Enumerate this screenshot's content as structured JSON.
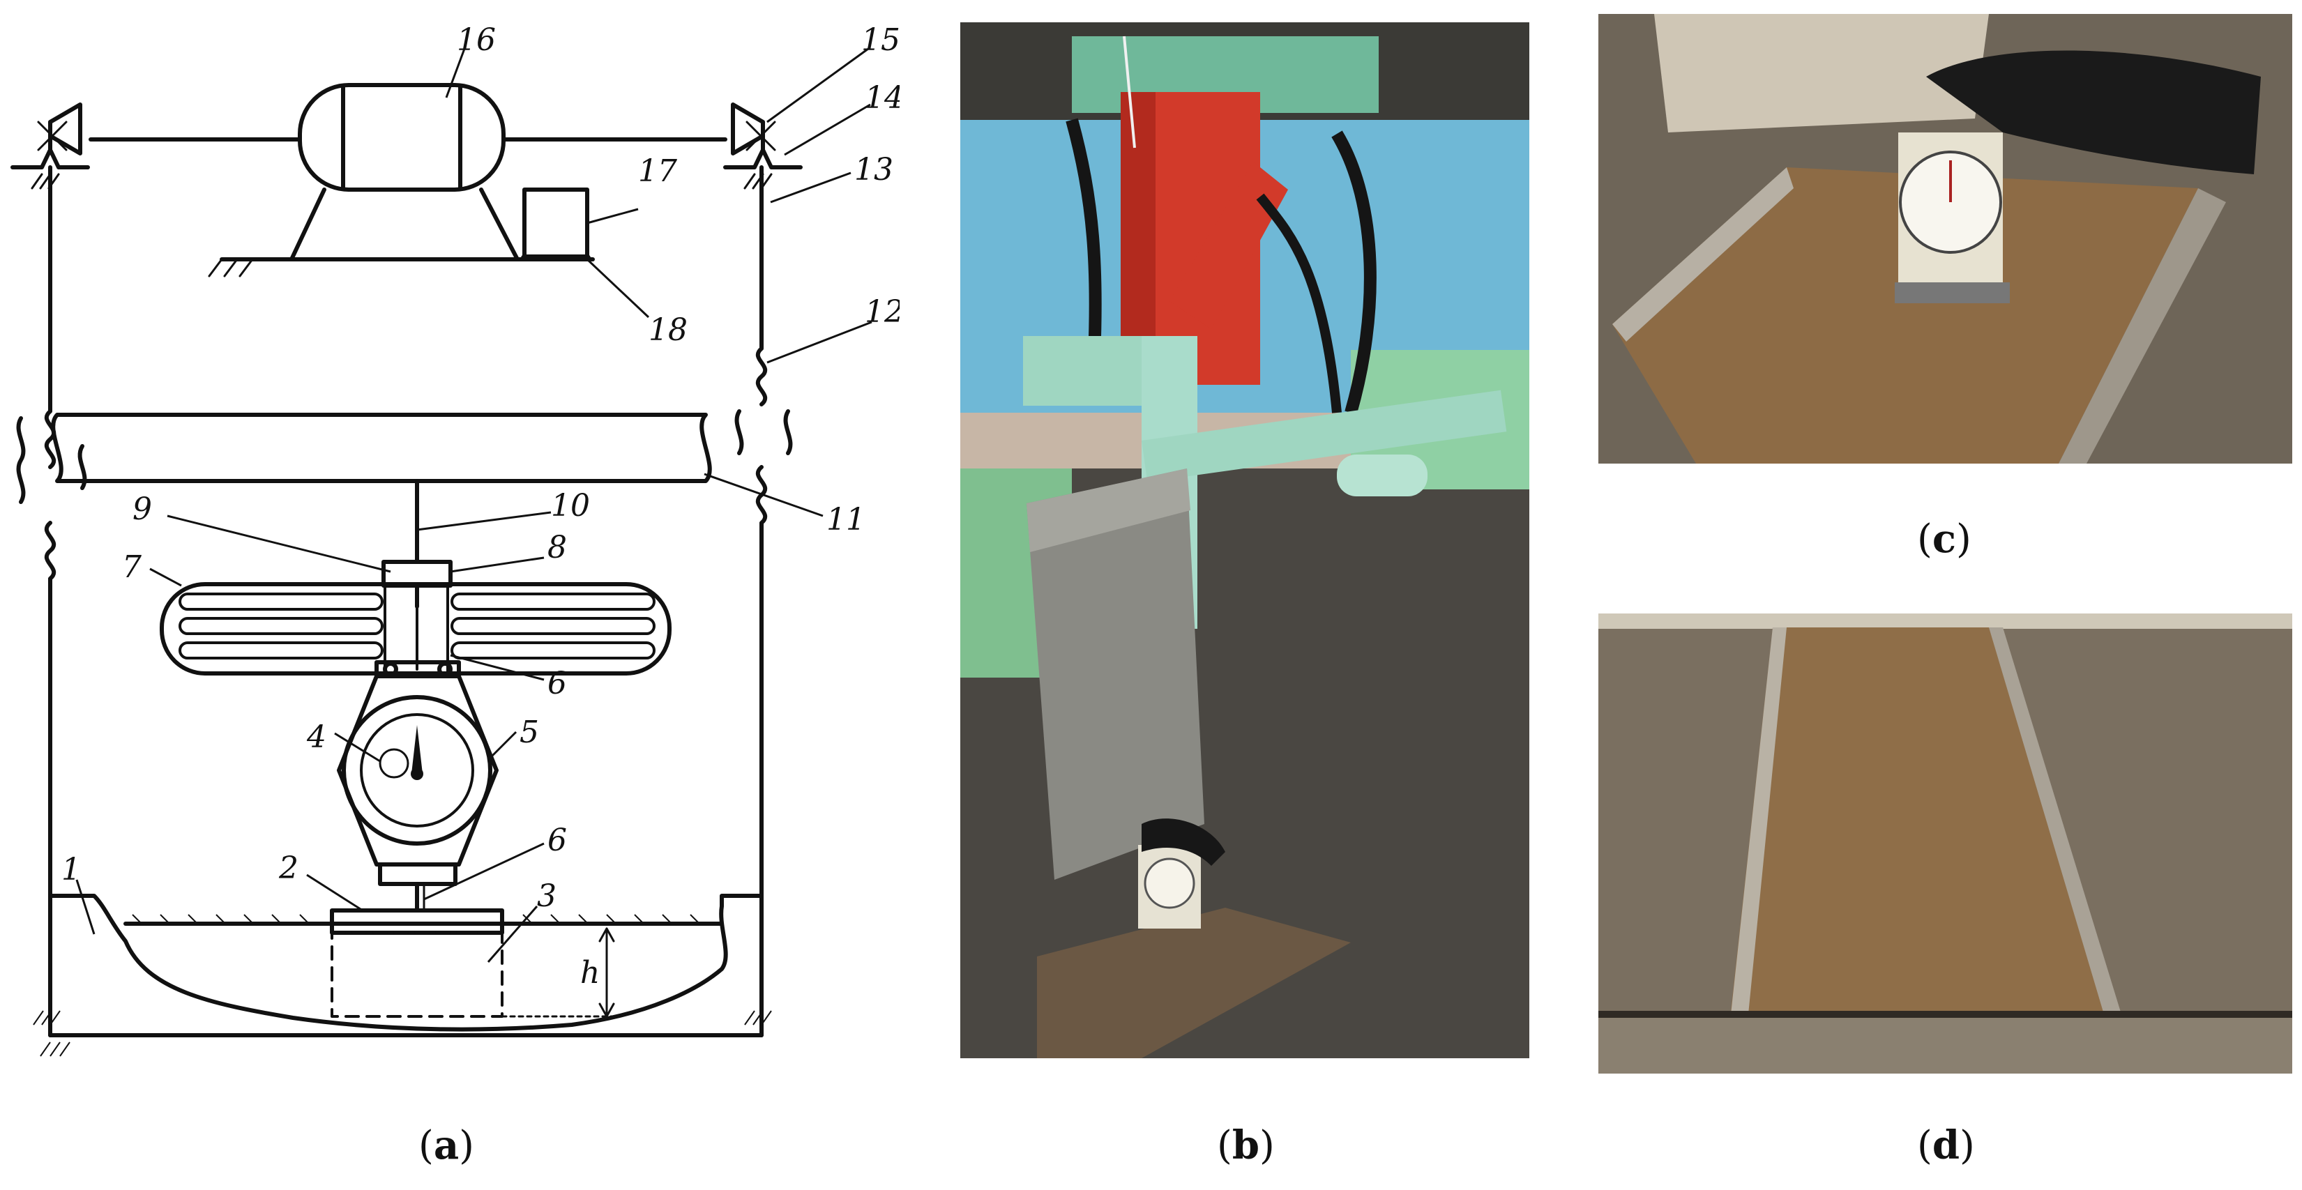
{
  "figure": {
    "captions": {
      "a": "a",
      "b": "b",
      "c": "c",
      "d": "d"
    }
  },
  "diagram": {
    "labels": {
      "l1": "1",
      "l2": "2",
      "l3": "3",
      "l4": "4",
      "l5": "5",
      "l6a": "6",
      "l6b": "6",
      "l7": "7",
      "l8": "8",
      "l9": "9",
      "l10": "10",
      "l11": "11",
      "l12": "12",
      "l13": "13",
      "l14": "14",
      "l15": "15",
      "l16": "16",
      "l17": "17",
      "l18": "18",
      "h": "h"
    }
  },
  "photos": {
    "b_description_colors": {
      "frame": "#d23a2a",
      "arm": "#9fd6c1",
      "wall": "#6fb8d6",
      "floor": "#4a4742"
    },
    "c_description_colors": {
      "soil": "#8d6b45",
      "floor": "#6e6558"
    },
    "d_description_colors": {
      "soil": "#8f6e48",
      "floor": "#7a6f60"
    }
  }
}
